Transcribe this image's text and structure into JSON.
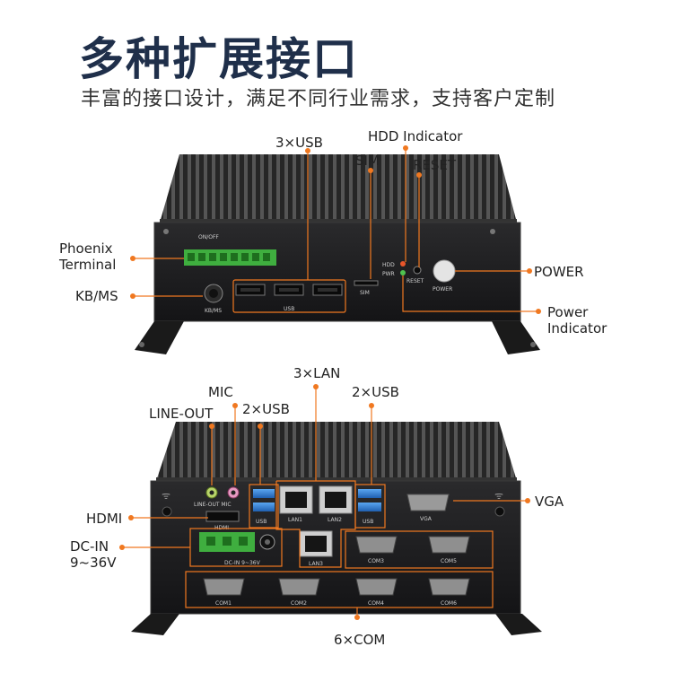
{
  "header": {
    "title": "多种扩展接口",
    "subtitle": "丰富的接口设计，满足不同行业需求，支持客户定制"
  },
  "front_labels": {
    "usb3": "3×USB",
    "hdd_indicator": "HDD Indicator",
    "sim": "SIM",
    "reset": "RESET",
    "phoenix_line1": "Phoenix",
    "phoenix_line2": "Terminal",
    "kbms": "KB/MS",
    "power": "POWER",
    "power_ind_line1": "Power",
    "power_ind_line2": "Indicator"
  },
  "front_panel_print": {
    "onoff": "ON/OFF",
    "usb": "USB",
    "sim": "SIM",
    "hdd": "HDD",
    "pwr": "PWR",
    "reset": "RESET",
    "power": "POWER",
    "kbms": "KB/MS"
  },
  "rear_labels": {
    "lan3": "3×LAN",
    "mic": "MIC",
    "usb2_left": "2×USB",
    "usb2_right": "2×USB",
    "lineout": "LINE-OUT",
    "vga": "VGA",
    "hdmi": "HDMI",
    "dcin_line1": "DC-IN",
    "dcin_line2": "9~36V",
    "com6": "6×COM"
  },
  "rear_panel_print": {
    "lineout_mic": "LINE-OUT MIC",
    "hdmi": "HDMI",
    "usb": "USB",
    "lan1": "LAN1",
    "lan2": "LAN2",
    "lan3": "LAN3",
    "vga": "VGA",
    "dcin": "DC-IN 9~36V",
    "com1": "COM1",
    "com2": "COM2",
    "com3": "COM3",
    "com4": "COM4",
    "com5": "COM5",
    "com6": "COM6"
  },
  "colors": {
    "accent": "#f07820",
    "title": "#1f2f4a",
    "chassis": "#1c1c1e",
    "terminal_green": "#3fae3f",
    "usb_blue": "#2f7fd8"
  }
}
